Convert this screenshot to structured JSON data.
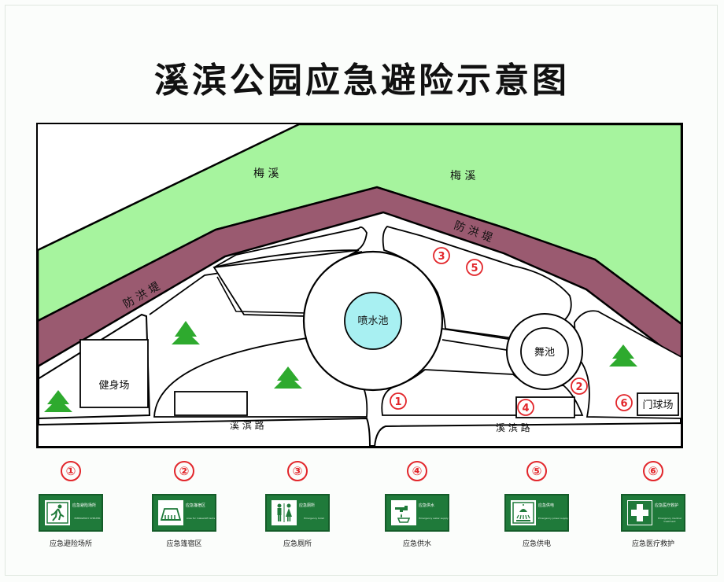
{
  "title": "溪滨公园应急避险示意图",
  "map": {
    "river_labels": [
      "梅 溪",
      "梅 溪"
    ],
    "dike_labels": [
      "防 洪 堤",
      "防 洪 堤"
    ],
    "road_labels": [
      "溪   滨   路",
      "溪   滨   路"
    ],
    "fountain": "喷水池",
    "dance": "舞池",
    "fitness": "健身场",
    "gateball": "门球场",
    "markers": [
      "①",
      "②",
      "③",
      "④",
      "⑤",
      "⑥"
    ],
    "colors": {
      "river": "#a6f49e",
      "dike": "#9a5a70",
      "fountain": "#a8f0f2",
      "tree": "#2eaa2e",
      "marker": "#e2262b",
      "sign": "#1f7a3a"
    }
  },
  "legend": [
    {
      "num": "①",
      "sign_text": "应急避险场所",
      "sign_sub": "EMERGENCY SHELTER",
      "caption": "应急避险场所",
      "icon": "running-exit-icon"
    },
    {
      "num": "②",
      "sign_text": "应急篷宿区",
      "sign_sub": "Area for makeshift tents",
      "caption": "应急篷宿区",
      "icon": "tent-icon"
    },
    {
      "num": "③",
      "sign_text": "应急厕所",
      "sign_sub": "Emergency toilet",
      "caption": "应急厕所",
      "icon": "toilet-icon"
    },
    {
      "num": "④",
      "sign_text": "应急供水",
      "sign_sub": "Emergency water supply",
      "caption": "应急供水",
      "icon": "water-tap-icon"
    },
    {
      "num": "⑤",
      "sign_text": "应急供电",
      "sign_sub": "Emergency power supply",
      "caption": "应急供电",
      "icon": "power-icon"
    },
    {
      "num": "⑥",
      "sign_text": "应急医疗救护",
      "sign_sub": "Emergency medical treatment",
      "caption": "应急医疗救护",
      "icon": "medical-cross-icon"
    }
  ]
}
